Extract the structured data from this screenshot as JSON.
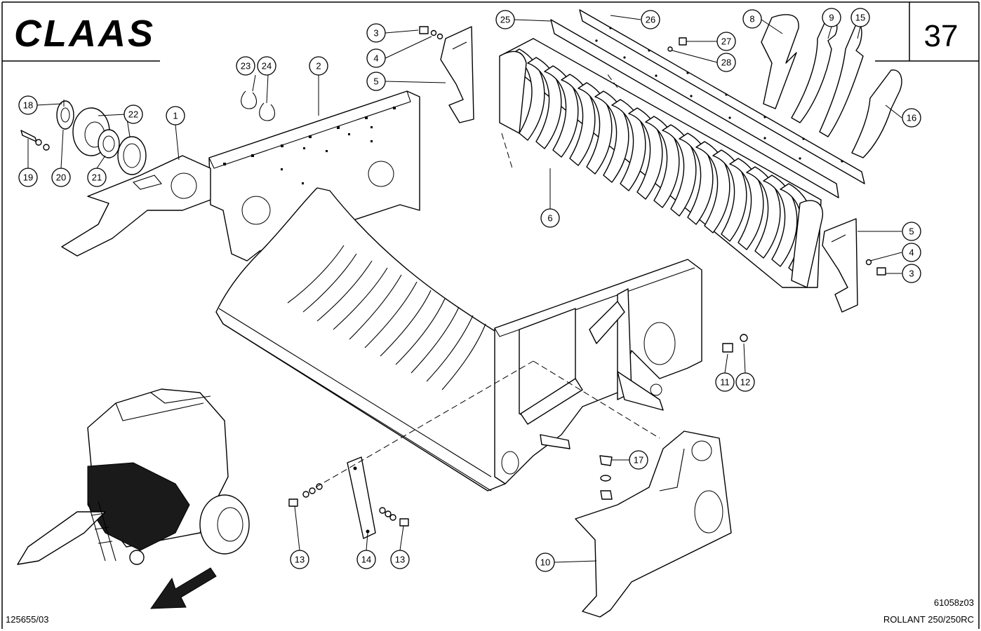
{
  "header": {
    "brand": "CLAAS",
    "page_number": "37"
  },
  "footer": {
    "doc_number": "125655/03",
    "drawing_id": "61058z03",
    "model": "ROLLANT 250/250RC"
  },
  "callouts": {
    "c1": "1",
    "c2": "2",
    "c3a": "3",
    "c3b": "3",
    "c4a": "4",
    "c4b": "4",
    "c5a": "5",
    "c5b": "5",
    "c6": "6",
    "c8": "8",
    "c9": "9",
    "c10": "10",
    "c11": "11",
    "c12": "12",
    "c13a": "13",
    "c13b": "13",
    "c14": "14",
    "c15": "15",
    "c16": "16",
    "c17": "17",
    "c18": "18",
    "c19": "19",
    "c20": "20",
    "c21": "21",
    "c22": "22",
    "c23": "23",
    "c24": "24",
    "c25": "25",
    "c26": "26",
    "c27": "27",
    "c28": "28"
  }
}
